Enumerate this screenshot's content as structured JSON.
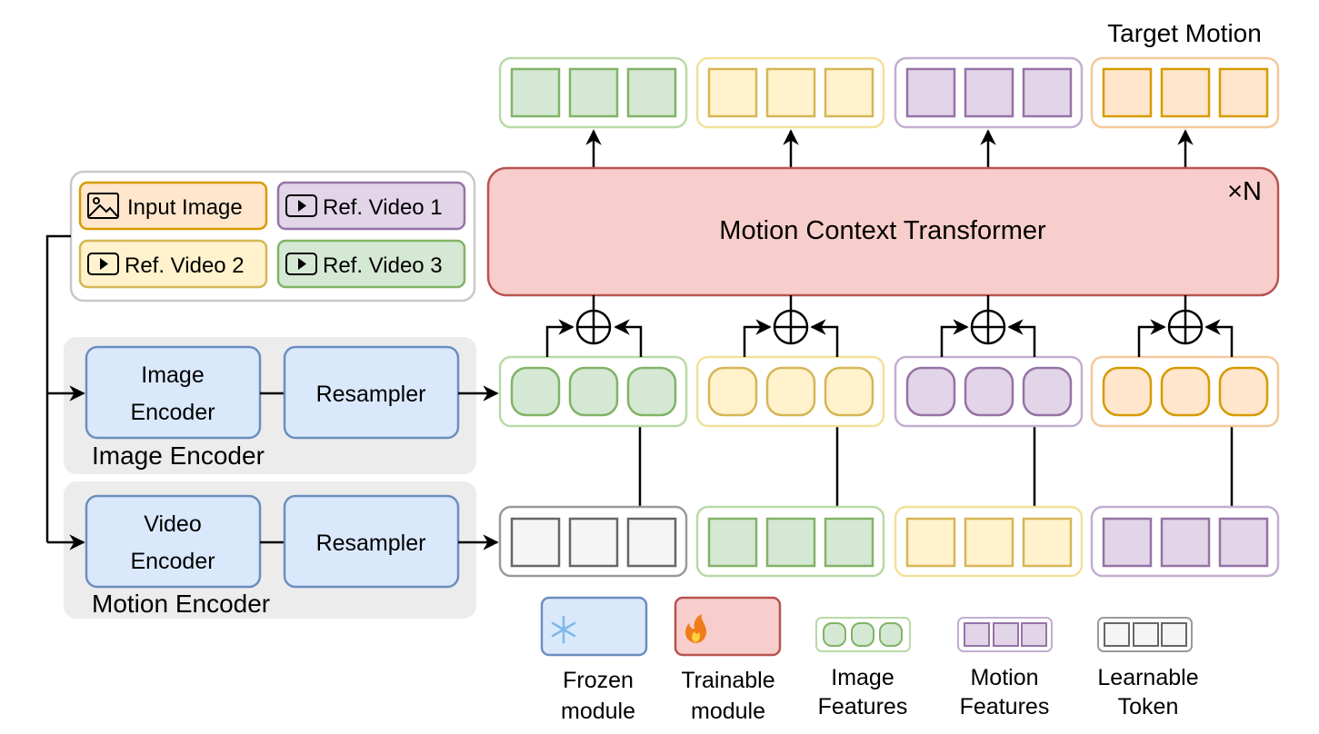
{
  "diagram": {
    "target_label": "Target Motion",
    "transformer": {
      "label": "Motion Context Transformer",
      "repeat": "×N"
    },
    "inputs": {
      "input_image": "Input Image",
      "ref_video_1": "Ref. Video 1",
      "ref_video_2": "Ref. Video 2",
      "ref_video_3": "Ref. Video 3"
    },
    "image_encoder_group": {
      "title": "Image Encoder",
      "encoder_line1": "Image",
      "encoder_line2": "Encoder",
      "resampler": "Resampler"
    },
    "motion_encoder_group": {
      "title": "Motion Encoder",
      "encoder_line1": "Video",
      "encoder_line2": "Encoder",
      "resampler": "Resampler"
    },
    "legend": {
      "frozen_line1": "Frozen",
      "frozen_line2": "module",
      "trainable_line1": "Trainable",
      "trainable_line2": "module",
      "image_features_line1": "Image",
      "image_features_line2": "Features",
      "motion_features_line1": "Motion",
      "motion_features_line2": "Features",
      "learnable_line1": "Learnable",
      "learnable_line2": "Token"
    },
    "colors": {
      "green_fill": "#d5e8d4",
      "green_stroke": "#82b366",
      "yellow_fill": "#fff2cc",
      "yellow_stroke": "#d6b656",
      "purple_fill": "#e1d5e7",
      "purple_stroke": "#9673a6",
      "orange_fill": "#ffe6cc",
      "orange_stroke": "#d79b00",
      "gray_fill": "#f5f5f5",
      "gray_stroke": "#666666",
      "blue_fill": "#dae8fc",
      "blue_stroke": "#6c8ebf",
      "red_fill": "#f8cecc",
      "red_stroke": "#b85450"
    },
    "icons": [
      "image-icon",
      "play-icon",
      "snowflake-icon",
      "fire-icon",
      "oplus-icon"
    ]
  }
}
